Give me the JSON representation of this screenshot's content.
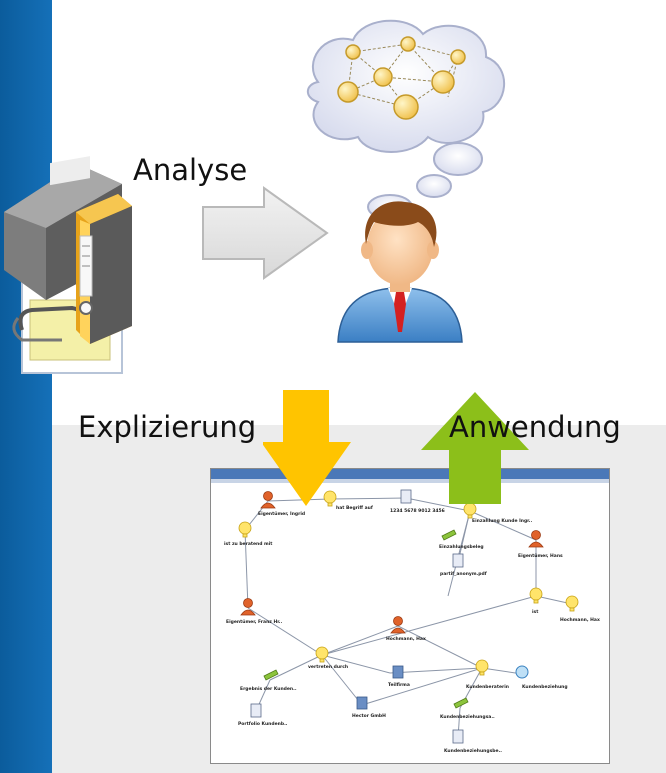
{
  "labels": {
    "analyse": "Analyse",
    "explizierung": "Explizierung",
    "anwendung": "Anwendung"
  },
  "colors": {
    "left_bar": "#0b64a8",
    "panel": "#ececec",
    "arrow_down": "#ffc400",
    "arrow_up": "#8cbf1a",
    "arrow_right": "#e6e6e6"
  },
  "graph": {
    "nodes": [
      {
        "label": "Eigentümer, Ingrid",
        "icon": "person"
      },
      {
        "label": "hat Begriff auf",
        "icon": "bulb"
      },
      {
        "label": "1234 5678 9012 3456",
        "icon": "document"
      },
      {
        "label": "Einzahlung Kunde Ingr..",
        "icon": "bulb"
      },
      {
        "label": "ist zu beratend mit",
        "icon": "bulb"
      },
      {
        "label": "Einzahlungsbeleg",
        "icon": "pen"
      },
      {
        "label": "Eigentümer, Hans",
        "icon": "person"
      },
      {
        "label": "partif_anonym.pdf",
        "icon": "document"
      },
      {
        "label": "ist",
        "icon": "bulb"
      },
      {
        "label": "Hochmann, Hax",
        "icon": "bulb"
      },
      {
        "label": "Eigentümer, Franz Hr..",
        "icon": "person"
      },
      {
        "label": "Hochmann, Hax",
        "icon": "person"
      },
      {
        "label": "vertreten durch",
        "icon": "bulb"
      },
      {
        "label": "Teilfirma",
        "icon": "building"
      },
      {
        "label": "Kundenbeziehung",
        "icon": "circle"
      },
      {
        "label": "Ergebnis der Kunden..",
        "icon": "pen"
      },
      {
        "label": "Hector GmbH",
        "icon": "building"
      },
      {
        "label": "Portfolio Kundenb..",
        "icon": "document"
      },
      {
        "label": "Kundenberaterin",
        "icon": "bulb"
      },
      {
        "label": "Kundenbeziehungsa..",
        "icon": "pen"
      },
      {
        "label": "Kundenbeziehungsbe..",
        "icon": "document"
      }
    ]
  }
}
